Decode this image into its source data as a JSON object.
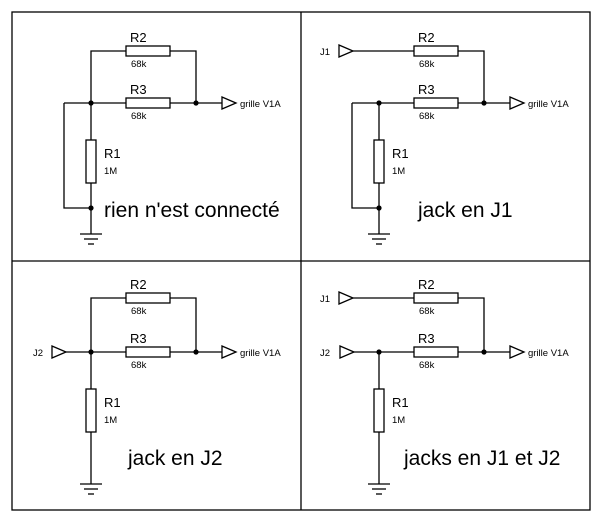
{
  "panels": [
    {
      "caption": "rien n'est connecté",
      "r1": {
        "name": "R1",
        "value": "1M"
      },
      "r2": {
        "name": "R2",
        "value": "68k"
      },
      "r3": {
        "name": "R3",
        "value": "68k"
      },
      "output": "grille V1A"
    },
    {
      "caption": "jack en J1",
      "input_j1": "J1",
      "r1": {
        "name": "R1",
        "value": "1M"
      },
      "r2": {
        "name": "R2",
        "value": "68k"
      },
      "r3": {
        "name": "R3",
        "value": "68k"
      },
      "output": "grille V1A"
    },
    {
      "caption": "jack en J2",
      "input_j2": "J2",
      "r1": {
        "name": "R1",
        "value": "1M"
      },
      "r2": {
        "name": "R2",
        "value": "68k"
      },
      "r3": {
        "name": "R3",
        "value": "68k"
      },
      "output": "grille V1A"
    },
    {
      "caption": "jacks en J1 et J2",
      "input_j1": "J1",
      "input_j2": "J2",
      "r1": {
        "name": "R1",
        "value": "1M"
      },
      "r2": {
        "name": "R2",
        "value": "68k"
      },
      "r3": {
        "name": "R3",
        "value": "68k"
      },
      "output": "grille V1A"
    }
  ]
}
